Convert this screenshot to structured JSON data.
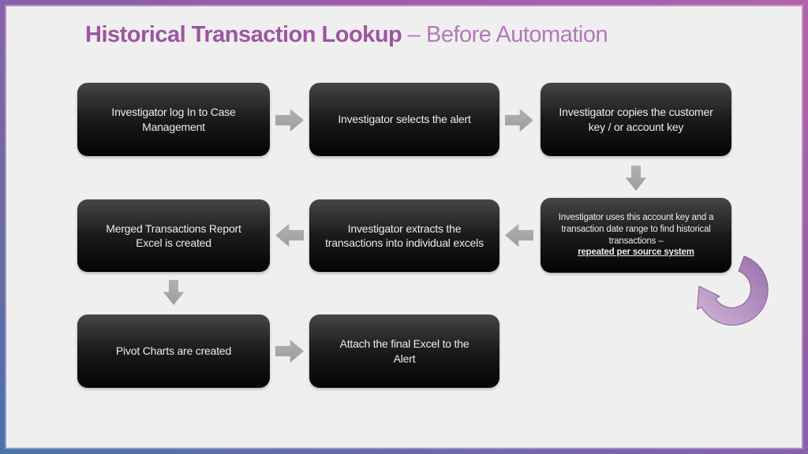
{
  "title": {
    "bold": "Historical Transaction Lookup",
    "light": " – Before Automation"
  },
  "colors": {
    "title_bold": "#9c56a0",
    "title_light": "#b17ab5",
    "slide_background": "#f0eff0",
    "box_fill_top": "#464646",
    "box_fill_bottom": "#040404",
    "box_text": "#ececec",
    "flow_arrow_gray": "#a8a8a8",
    "curved_arrow_purple": "#b48cc0",
    "frame_top_right": "#ab5fb0",
    "frame_bottom_left": "#4c72a7"
  },
  "boxes": [
    {
      "id": 1,
      "label": "Investigator log In to Case Management"
    },
    {
      "id": 2,
      "label": "Investigator selects the alert"
    },
    {
      "id": 3,
      "label": "Investigator copies the customer key / or account key"
    },
    {
      "id": 4,
      "label": "Investigator uses this account key and a transaction date range to find historical transactions –",
      "emphasis": "repeated per source system"
    },
    {
      "id": 5,
      "label": "Investigator extracts the transactions into individual excels"
    },
    {
      "id": 6,
      "label": "Merged Transactions Report Excel is created"
    },
    {
      "id": 7,
      "label": "Pivot Charts are created"
    },
    {
      "id": 8,
      "label": "Attach the final Excel to the Alert"
    }
  ],
  "arrows": [
    {
      "name": "arrow-box1-to-box2",
      "direction": "right"
    },
    {
      "name": "arrow-box2-to-box3",
      "direction": "right"
    },
    {
      "name": "arrow-box3-to-box4",
      "direction": "down"
    },
    {
      "name": "arrow-box4-to-box5",
      "direction": "left"
    },
    {
      "name": "arrow-box5-to-box6",
      "direction": "left"
    },
    {
      "name": "arrow-box6-to-box7",
      "direction": "down"
    },
    {
      "name": "arrow-box7-to-box8",
      "direction": "right"
    },
    {
      "name": "curved-return-arrow",
      "direction": "loop-back-to-box4"
    }
  ]
}
